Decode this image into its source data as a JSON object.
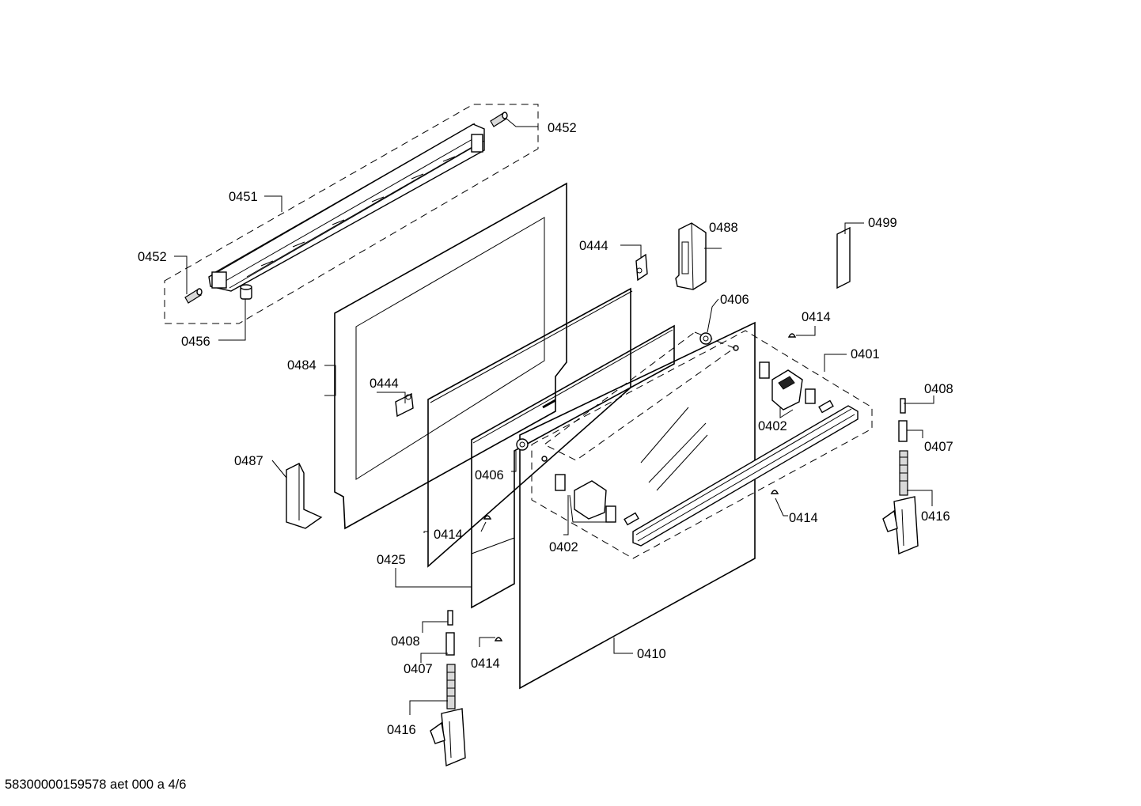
{
  "labels": {
    "p0452_top": "0452",
    "p0451": "0451",
    "p0452_left": "0452",
    "p0456": "0456",
    "p0484": "0484",
    "p0444_mid": "0444",
    "p0444_top": "0444",
    "p0488": "0488",
    "p0499": "0499",
    "p0406_top": "0406",
    "p0414_top": "0414",
    "p0401": "0401",
    "p0408_right": "0408",
    "p0402_right": "0402",
    "p0407_right": "0407",
    "p0487": "0487",
    "p0406_mid": "0406",
    "p0414_right": "0414",
    "p0416_right": "0416",
    "p0414_mid": "0414",
    "p0402_mid": "0402",
    "p0425": "0425",
    "p0408_left": "0408",
    "p0414_low": "0414",
    "p0410": "0410",
    "p0407_left": "0407",
    "p0416_left": "0416"
  },
  "footer": "58300000159578 aet 000 a 4/6"
}
